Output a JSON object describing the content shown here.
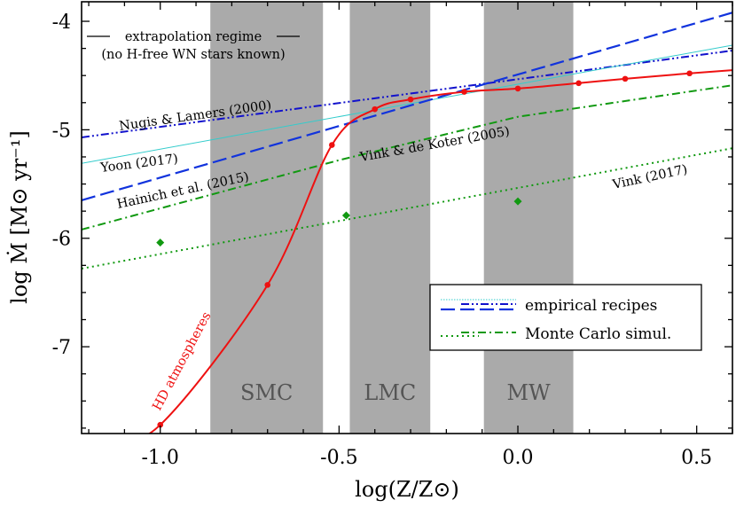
{
  "chart_data": {
    "type": "line",
    "xlabel": "log(Z/Z⊙)",
    "ylabel": "log Ṁ [M⊙ yr⁻¹]",
    "xlim": [
      -1.22,
      0.6
    ],
    "ylim": [
      -7.8,
      -3.82
    ],
    "x_ticks": [
      -1.0,
      -0.5,
      0.0,
      0.5
    ],
    "x_tick_labels": [
      "-1.0",
      "-0.5",
      "0.0",
      "0.5"
    ],
    "y_ticks": [
      -7,
      -6,
      -5,
      -4
    ],
    "y_tick_labels": [
      "-7",
      "-6",
      "-5",
      "-4"
    ],
    "grid": false,
    "shaded_regions": [
      {
        "label": "SMC",
        "x0": -0.86,
        "x1": -0.545,
        "color": "#aaaaaa"
      },
      {
        "label": "LMC",
        "x0": -0.47,
        "x1": -0.245,
        "color": "#aaaaaa"
      },
      {
        "label": "MW",
        "x0": -0.095,
        "x1": 0.155,
        "color": "#aaaaaa"
      }
    ],
    "annotations": [
      "extrapolation regime",
      "(no H-free WN stars known)"
    ],
    "series": [
      {
        "name": "HD atmospheres",
        "color": "#ee1111",
        "style": "solid-with-markers",
        "points": [
          [
            -1.0,
            -7.72
          ],
          [
            -0.7,
            -6.43
          ],
          [
            -0.52,
            -5.14
          ],
          [
            -0.4,
            -4.81
          ],
          [
            -0.3,
            -4.72
          ],
          [
            -0.15,
            -4.65
          ],
          [
            0.0,
            -4.62
          ],
          [
            0.17,
            -4.57
          ],
          [
            0.3,
            -4.53
          ],
          [
            0.48,
            -4.48
          ],
          [
            0.6,
            -4.45
          ]
        ]
      },
      {
        "name": "Nugis & Lamers (2000)",
        "color": "#1111cc",
        "style": "dash-dot-dot",
        "points": [
          [
            -1.22,
            -5.07
          ],
          [
            0.6,
            -4.27
          ]
        ]
      },
      {
        "name": "Yoon (2017)",
        "color": "#33cccc",
        "style": "solid-thin",
        "points": [
          [
            -1.22,
            -5.31
          ],
          [
            0.6,
            -4.22
          ]
        ]
      },
      {
        "name": "Hainich et al. (2015)",
        "color": "#1133dd",
        "style": "dashed",
        "points": [
          [
            -1.22,
            -5.65
          ],
          [
            0.6,
            -3.92
          ]
        ]
      },
      {
        "name": "Vink & de Koter (2005)",
        "color": "#119911",
        "style": "dash-dot",
        "points": [
          [
            -1.22,
            -5.92
          ],
          [
            -0.5,
            -5.28
          ],
          [
            0.0,
            -4.88
          ],
          [
            0.6,
            -4.59
          ]
        ]
      },
      {
        "name": "Vink (2017)",
        "color": "#119911",
        "style": "dotted",
        "points": [
          [
            -1.22,
            -6.28
          ],
          [
            0.6,
            -5.17
          ]
        ]
      }
    ],
    "monte_carlo_points": {
      "color": "#119911",
      "points": [
        [
          -1.0,
          -6.04
        ],
        [
          -0.48,
          -5.79
        ],
        [
          0.0,
          -5.66
        ]
      ]
    },
    "legend": {
      "position": "lower-right",
      "entries": [
        "empirical recipes",
        "Monte Carlo simul."
      ]
    }
  }
}
